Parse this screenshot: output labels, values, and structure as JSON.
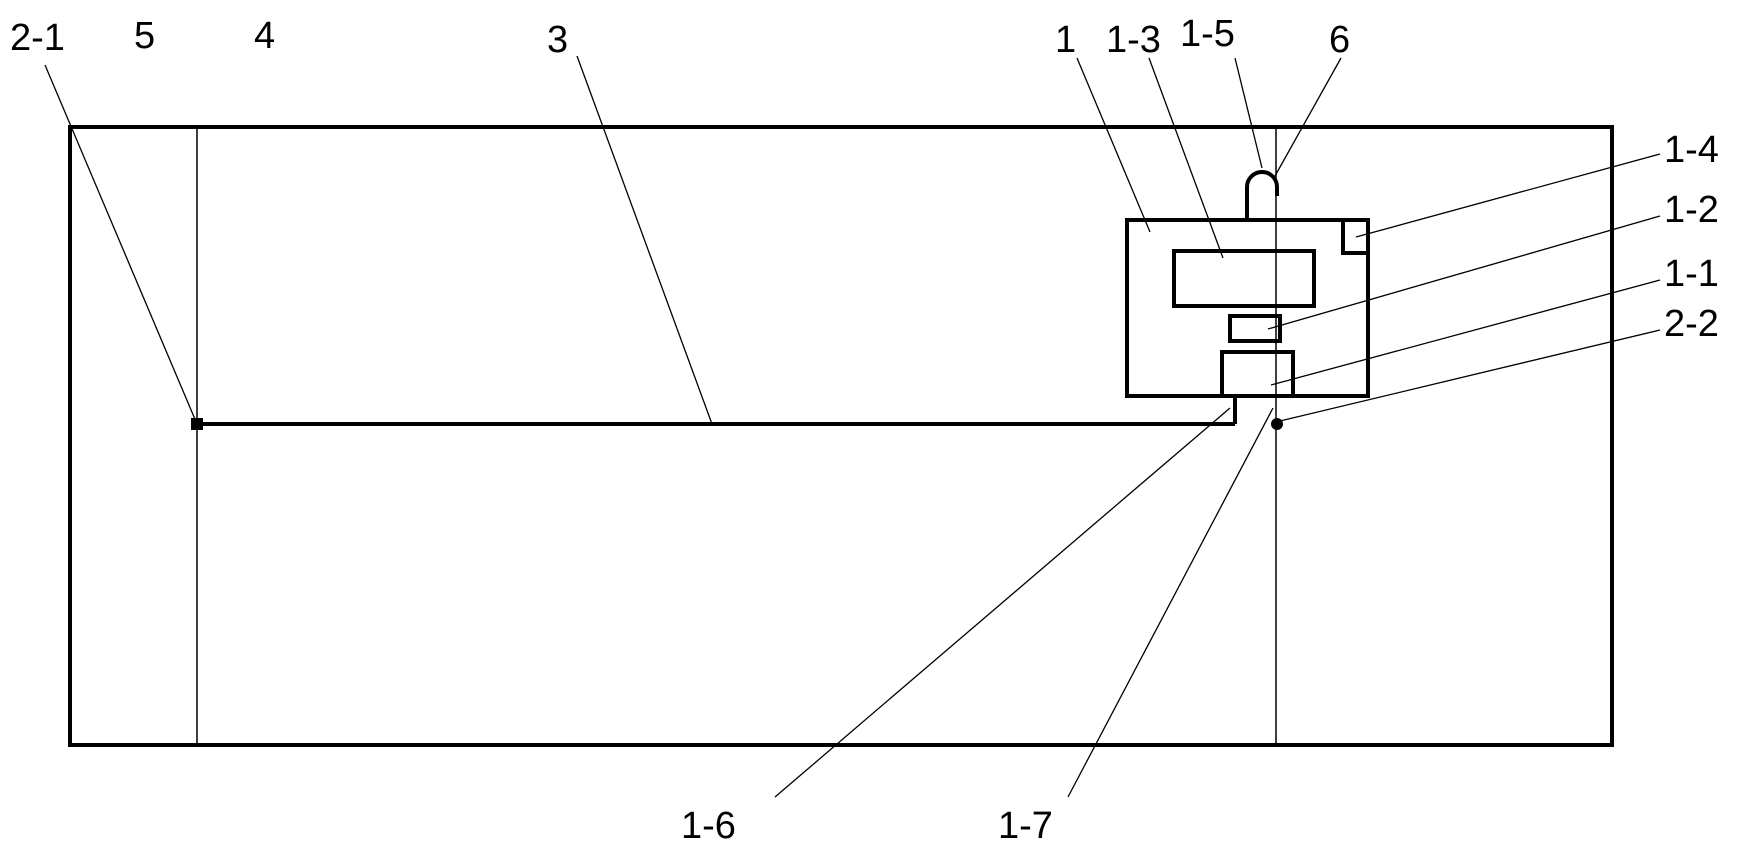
{
  "labels": {
    "l_2_1": "2-1",
    "l_5": "5",
    "l_4": "4",
    "l_3": "3",
    "l_1": "1",
    "l_1_3": "1-3",
    "l_1_5": "1-5",
    "l_6": "6",
    "l_1_4": "1-4",
    "l_1_2": "1-2",
    "l_1_1": "1-1",
    "l_2_2": "2-2",
    "l_1_6": "1-6",
    "l_1_7": "1-7"
  },
  "colors": {
    "stroke": "#000000",
    "background": "#ffffff"
  }
}
